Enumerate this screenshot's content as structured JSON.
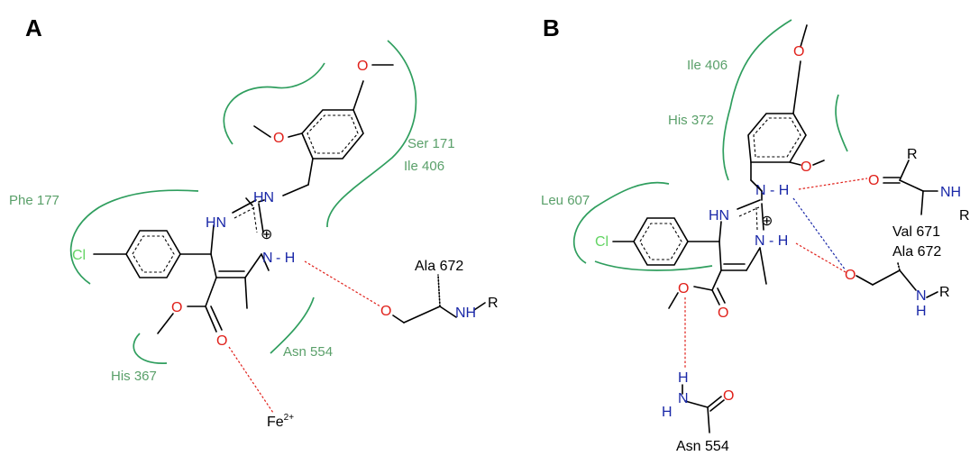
{
  "panels": [
    {
      "id": "A",
      "label": "A",
      "residues": [
        "Phe 177",
        "Ser 171",
        "Ile 406",
        "His 367",
        "Asn 554",
        "Ala 672"
      ],
      "atoms": {
        "cl": "Cl",
        "hn_ring": "HN",
        "hn_exo": "HN",
        "n_h": "N",
        "h_dash": "- H",
        "plus": "⊕",
        "o_methoxy1": "O",
        "o_methoxy2": "O",
        "o_ester1": "O",
        "o_ester2": "O",
        "o_ala": "O",
        "nh_ala": "NH",
        "r_ala": "R",
        "fe": "Fe",
        "fe_charge": "2+"
      }
    },
    {
      "id": "B",
      "label": "B",
      "residues": [
        "Ile 406",
        "His 372",
        "Leu 607",
        "Val 671",
        "Ala 672",
        "Asn 554"
      ],
      "atoms": {
        "cl": "Cl",
        "hn_ring": "HN",
        "n_exo": "N",
        "h_exo": "- H",
        "n_ring": "N",
        "h_ring": "- H",
        "plus": "⊕",
        "o_methoxy1": "O",
        "o_methoxy2": "O",
        "o_ester1": "O",
        "o_ester2": "O",
        "o_val": "O",
        "r_val_top": "R",
        "nh_val": "NH",
        "r_val": "R",
        "o_ala": "O",
        "nh_ala_n": "N",
        "nh_ala_h": "H",
        "r_ala": "R",
        "asn_h_top": "H",
        "asn_n": "N",
        "asn_h_left": "H",
        "asn_o": "O"
      }
    }
  ],
  "colors": {
    "pocket": "#2f9e5e",
    "residue_text": "#5aa06a",
    "nitrogen": "#1a28a8",
    "oxygen": "#e0201a",
    "chlorine": "#63d463",
    "hbond_red": "#e0201a",
    "hbond_blue": "#1a28a8"
  }
}
